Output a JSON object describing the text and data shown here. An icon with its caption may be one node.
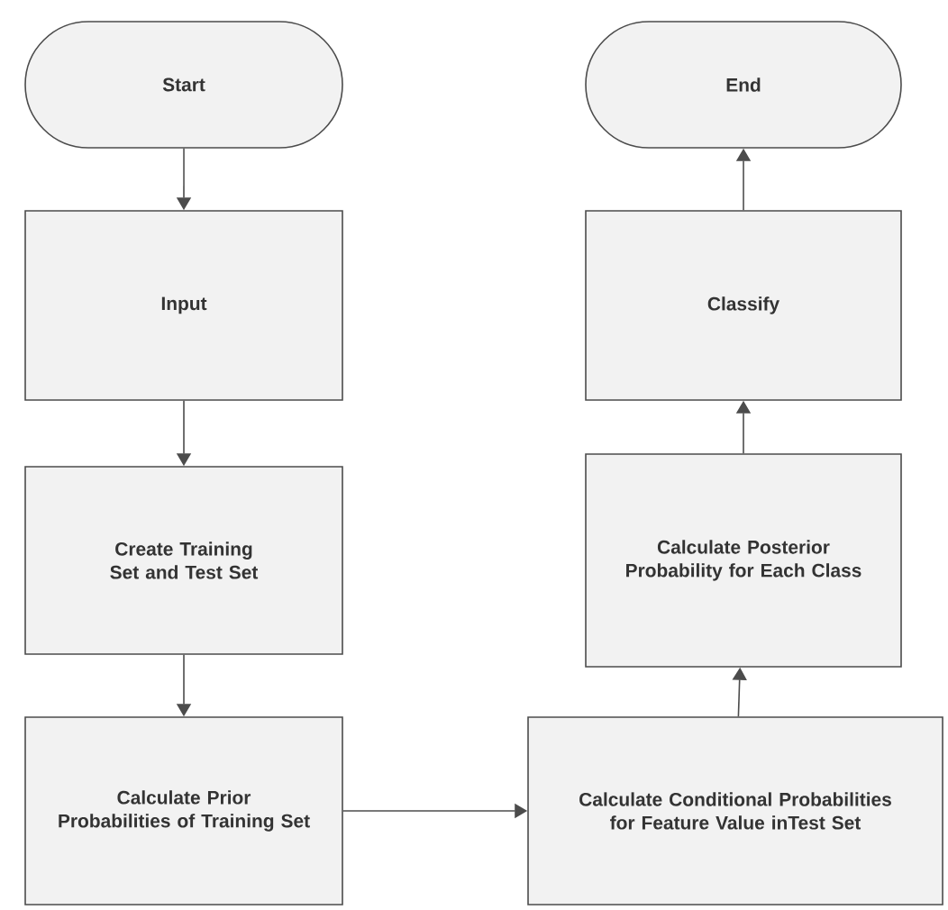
{
  "diagram": {
    "nodes": [
      {
        "text": [
          "Start"
        ]
      },
      {
        "text": [
          "Input"
        ]
      },
      {
        "text": [
          "Create Training Set and Test Set"
        ]
      },
      {
        "text": [
          "Calculate Prior Probabilities of Training Set"
        ]
      },
      {
        "text": [
          "Calculate Conditional Probabilities for Feature Value inTest Set"
        ]
      },
      {
        "text": [
          "Calculate Posterior Probability for Each Class"
        ]
      },
      {
        "text": [
          "Classify"
        ]
      },
      {
        "text": [
          "End"
        ]
      }
    ],
    "edges": [
      {
        "from": 0,
        "to": 1,
        "arrow": "to"
      },
      {
        "from": 1,
        "to": 2,
        "arrow": "to"
      },
      {
        "from": 2,
        "to": 3,
        "arrow": "to"
      },
      {
        "from": 3,
        "to": 4,
        "arrow": "to"
      },
      {
        "from": 4,
        "to": 5,
        "arrow": "to"
      },
      {
        "from": 5,
        "to": 6,
        "arrow": "to"
      },
      {
        "from": 6,
        "to": 7,
        "arrow": "to"
      }
    ]
  }
}
